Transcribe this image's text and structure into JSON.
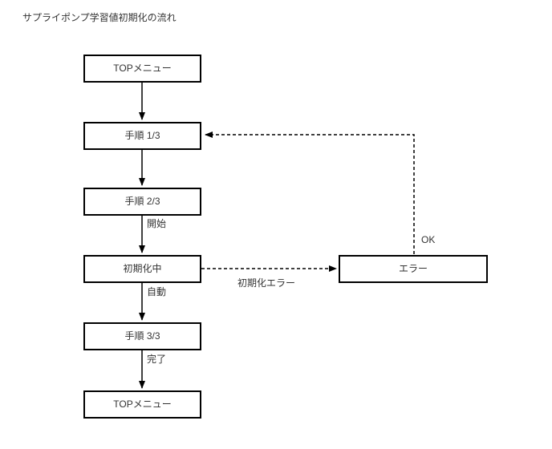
{
  "title": "サプライポンプ学習値初期化の流れ",
  "flowchart": {
    "nodes": [
      {
        "id": "top-menu-start",
        "label": "TOPメニュー"
      },
      {
        "id": "step-1-of-3",
        "label": "手順 1/3"
      },
      {
        "id": "step-2-of-3",
        "label": "手順 2/3"
      },
      {
        "id": "initializing",
        "label": "初期化中"
      },
      {
        "id": "step-3-of-3",
        "label": "手順 3/3"
      },
      {
        "id": "top-menu-end",
        "label": "TOPメニュー"
      },
      {
        "id": "error",
        "label": "エラー"
      }
    ],
    "edge_labels": {
      "start": "開始",
      "auto": "自動",
      "complete": "完了",
      "init_error": "初期化エラー",
      "ok": "OK"
    },
    "colors": {
      "line": "#000000",
      "box_border": "#000000",
      "box_fill": "#ffffff",
      "text": "#333333",
      "background": "#ffffff"
    }
  }
}
